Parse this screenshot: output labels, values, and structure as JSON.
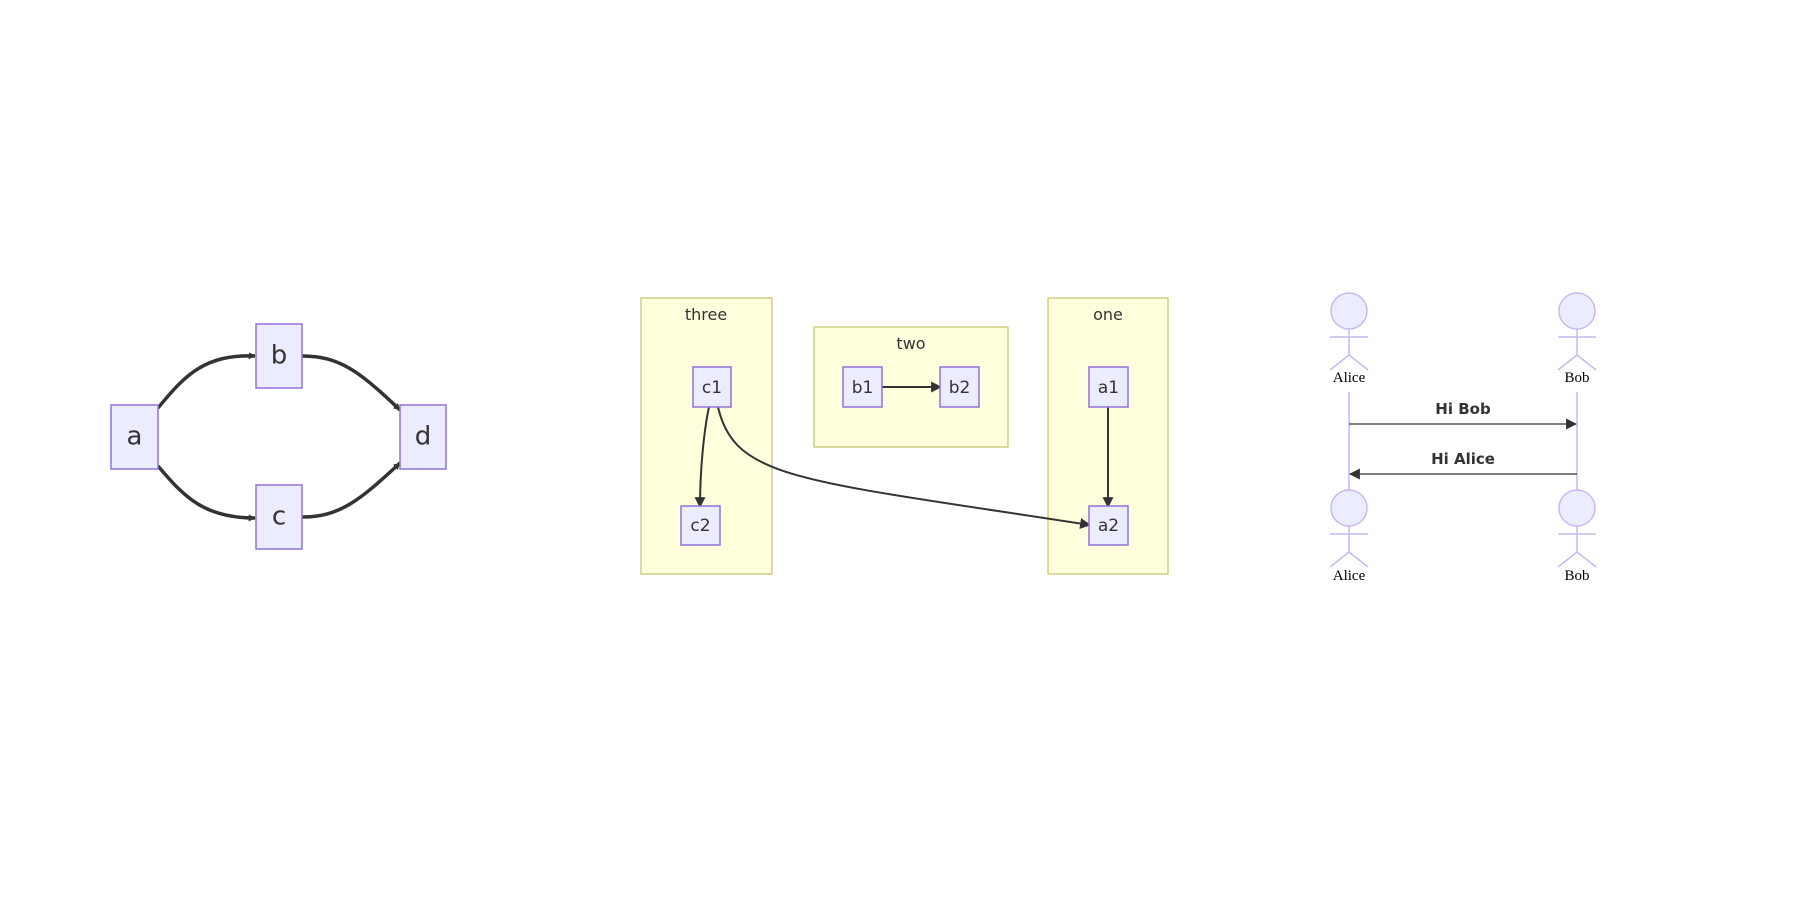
{
  "flowchart_diamond": {
    "nodes": {
      "a": "a",
      "b": "b",
      "c": "c",
      "d": "d"
    },
    "edges": [
      {
        "from": "a",
        "to": "b"
      },
      {
        "from": "a",
        "to": "c"
      },
      {
        "from": "b",
        "to": "d"
      },
      {
        "from": "c",
        "to": "d"
      }
    ]
  },
  "flowchart_subgraphs": {
    "subgraphs": {
      "three": "three",
      "two": "two",
      "one": "one"
    },
    "nodes": {
      "c1": "c1",
      "c2": "c2",
      "b1": "b1",
      "b2": "b2",
      "a1": "a1",
      "a2": "a2"
    },
    "edges": [
      {
        "from": "c1",
        "to": "c2"
      },
      {
        "from": "c1",
        "to": "a2"
      },
      {
        "from": "b1",
        "to": "b2"
      },
      {
        "from": "a1",
        "to": "a2"
      }
    ]
  },
  "sequence_diagram": {
    "actors": {
      "alice": "Alice",
      "bob": "Bob"
    },
    "messages": [
      {
        "from": "Alice",
        "to": "Bob",
        "text": "Hi Bob"
      },
      {
        "from": "Bob",
        "to": "Alice",
        "text": "Hi Alice"
      }
    ]
  },
  "colors": {
    "node_fill": "#ECECFF",
    "node_stroke": "#9370DB",
    "cluster_fill": "#FFFFDE",
    "cluster_stroke": "#C2C36A",
    "edge": "#333333"
  }
}
